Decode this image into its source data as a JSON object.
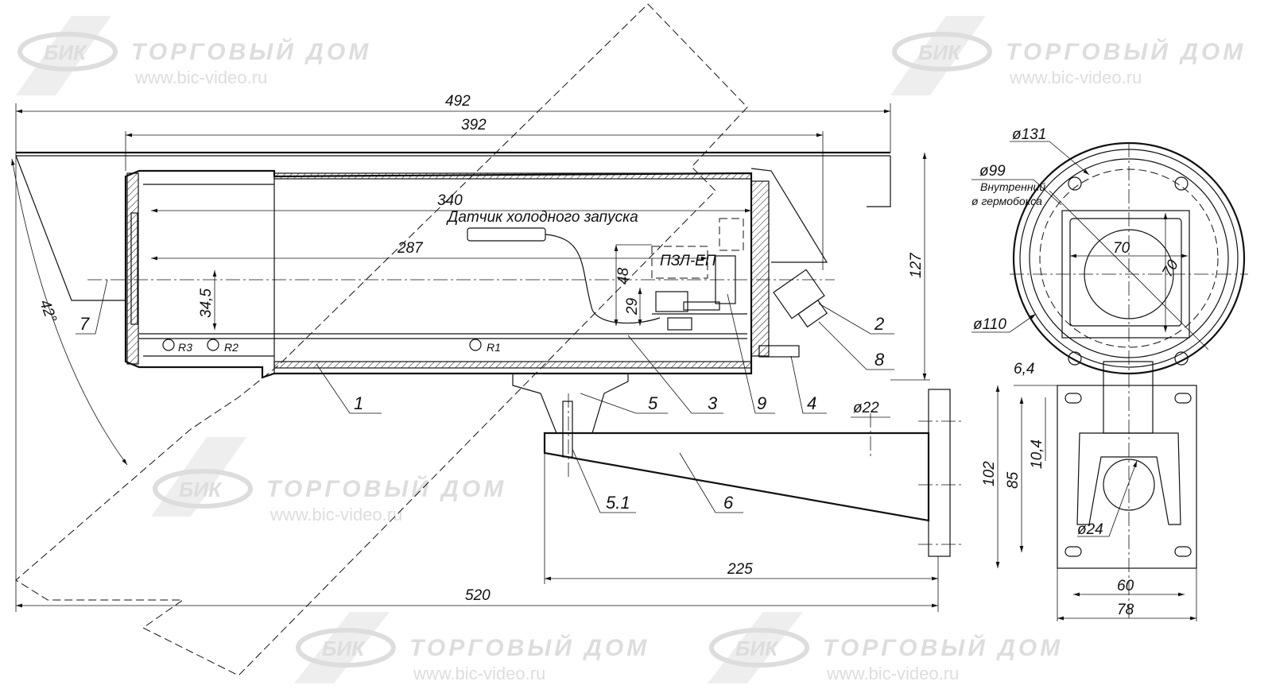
{
  "watermark": {
    "logo": "БИК",
    "company": "ТОРГОВЫЙ ДОМ",
    "url": "www.bic-video.ru"
  },
  "dimensions": {
    "d492": "492",
    "d392": "392",
    "d340": "340",
    "d287": "287",
    "d520": "520",
    "d225": "225",
    "d127": "127",
    "d48": "48",
    "d29": "29",
    "d34_5": "34,5",
    "angle": "42°",
    "d22": "ø22",
    "d131": "ø131",
    "d99": "ø99",
    "d110": "ø110",
    "d70a": "70",
    "d70b": "70",
    "d6_4": "6,4",
    "d10_4": "10,4",
    "d85": "85",
    "d102": "102",
    "d24": "ø24",
    "d60": "60",
    "d78": "78"
  },
  "annotations": {
    "sensor": "Датчик холодного запуска",
    "board": "ПЗЛ-ЕП",
    "inner_line1": "Внутренний",
    "inner_line2": "ø гермобокса",
    "r1": "R1",
    "r2": "R2",
    "r3": "R3"
  },
  "callouts": [
    "1",
    "2",
    "3",
    "4",
    "5",
    "5.1",
    "6",
    "7",
    "8",
    "9"
  ]
}
